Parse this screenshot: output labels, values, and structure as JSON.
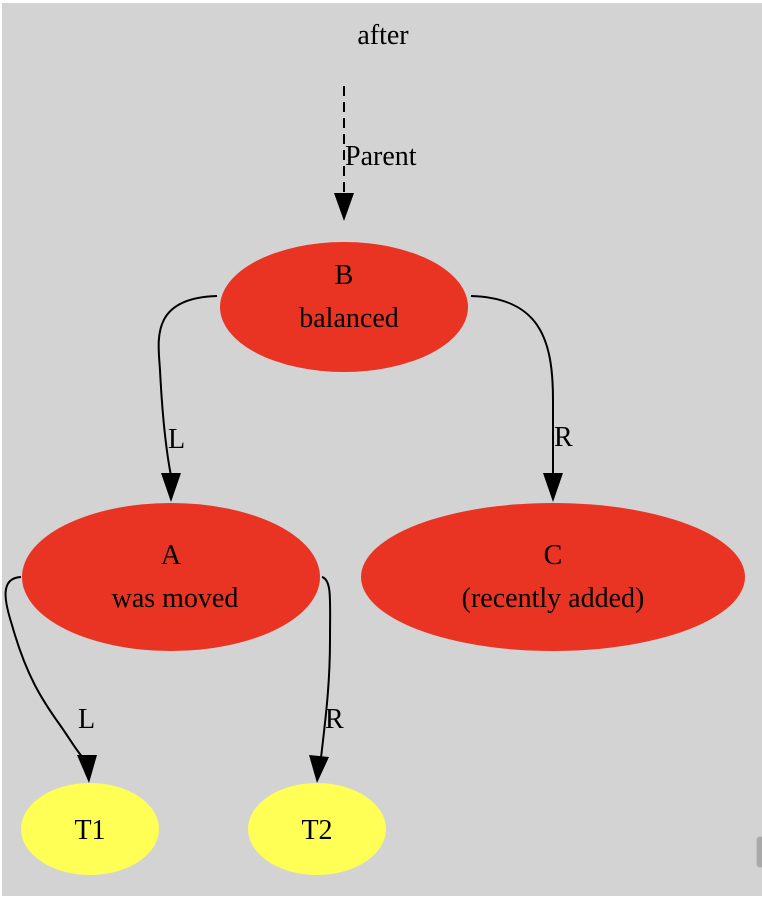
{
  "graph": {
    "title": "after",
    "colors": {
      "background": "#d3d3d3",
      "node_red": "#e93424",
      "node_yellow": "#ffff55",
      "edge": "#000000"
    },
    "nodes": [
      {
        "id": "B",
        "lines": [
          "B",
          "balanced"
        ],
        "fill": "red"
      },
      {
        "id": "A",
        "lines": [
          "A",
          "was moved"
        ],
        "fill": "red"
      },
      {
        "id": "C",
        "lines": [
          "C",
          "(recently added)"
        ],
        "fill": "red"
      },
      {
        "id": "T1",
        "lines": [
          "T1"
        ],
        "fill": "yellow"
      },
      {
        "id": "T2",
        "lines": [
          "T2"
        ],
        "fill": "yellow"
      }
    ],
    "edges": [
      {
        "id": "parent-B",
        "from": "(parent)",
        "to": "B",
        "label": "Parent",
        "style": "dashed"
      },
      {
        "id": "B-A",
        "from": "B",
        "to": "A",
        "label": "L",
        "style": "solid"
      },
      {
        "id": "B-C",
        "from": "B",
        "to": "C",
        "label": "R",
        "style": "solid"
      },
      {
        "id": "A-T1",
        "from": "A",
        "to": "T1",
        "label": "L",
        "style": "solid"
      },
      {
        "id": "A-T2",
        "from": "A",
        "to": "T2",
        "label": "R",
        "style": "solid"
      }
    ]
  }
}
